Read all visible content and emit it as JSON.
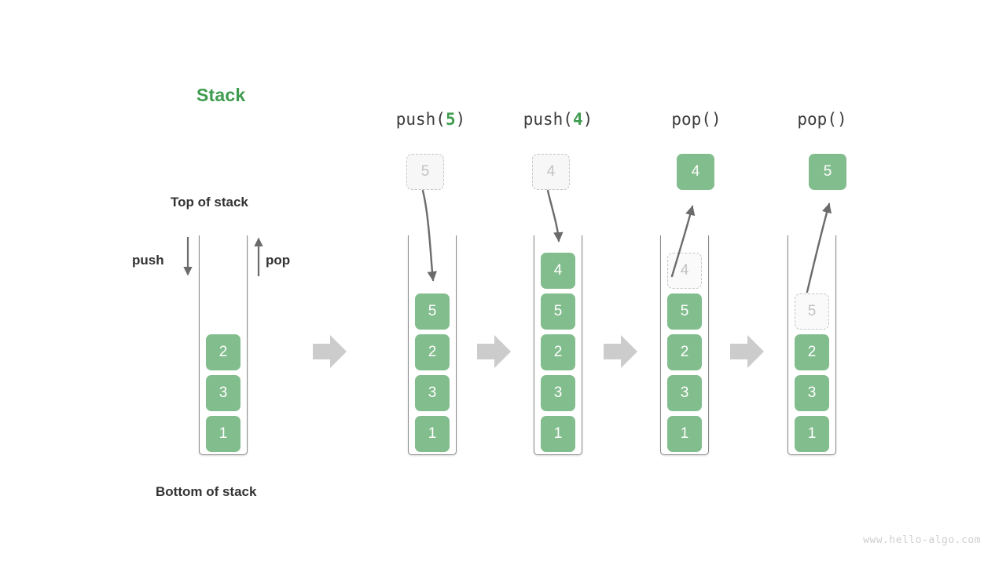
{
  "title": "Stack",
  "labels": {
    "top_of_stack": "Top of stack",
    "bottom_of_stack": "Bottom of stack",
    "push": "push",
    "pop": "pop"
  },
  "colors": {
    "accent_green": "#3f9c4f",
    "cell_green": "#82bd8d",
    "ghost_gray": "#c3c3c3",
    "arrow_gray": "#6b6b6b",
    "step_arrow_gray": "#cccccc",
    "container_gray": "#8a8a8a"
  },
  "panels": [
    {
      "id": "initial",
      "caption": null,
      "caption_prefix": "",
      "caption_value": "",
      "caption_suffix": "",
      "cells": [
        "2",
        "3",
        "1"
      ],
      "ghost_index": null,
      "incoming": null,
      "outgoing": null
    },
    {
      "id": "push-5",
      "caption": "push(5)",
      "caption_prefix": "push(",
      "caption_value": "5",
      "caption_suffix": ")",
      "cells": [
        "5",
        "2",
        "3",
        "1"
      ],
      "ghost_index": null,
      "incoming": "5",
      "outgoing": null
    },
    {
      "id": "push-4",
      "caption": "push(4)",
      "caption_prefix": "push(",
      "caption_value": "4",
      "caption_suffix": ")",
      "cells": [
        "4",
        "5",
        "2",
        "3",
        "1"
      ],
      "ghost_index": null,
      "incoming": "4",
      "outgoing": null
    },
    {
      "id": "pop-1",
      "caption": "pop()",
      "caption_prefix": "pop(",
      "caption_value": "",
      "caption_suffix": ")",
      "cells": [
        "4",
        "5",
        "2",
        "3",
        "1"
      ],
      "ghost_index": 0,
      "incoming": null,
      "outgoing": "4"
    },
    {
      "id": "pop-2",
      "caption": "pop()",
      "caption_prefix": "pop(",
      "caption_value": "",
      "caption_suffix": ")",
      "cells": [
        "5",
        "2",
        "3",
        "1"
      ],
      "ghost_index": 0,
      "incoming": null,
      "outgoing": "5"
    }
  ],
  "step_arrows": 4,
  "watermark": "www.hello-algo.com"
}
